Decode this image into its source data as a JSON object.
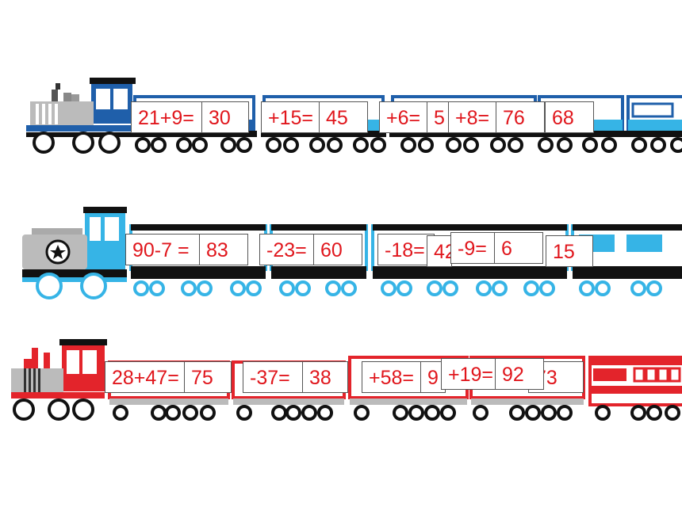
{
  "colors": {
    "train1": "#1f5faa",
    "train2": "#36b4e6",
    "train3": "#e3242b",
    "wheel_blue": "#36b4e6",
    "text_red": "#e0161c"
  },
  "train1": {
    "boxes": [
      "21+9=",
      "30",
      "+15=",
      "45",
      "+6=",
      "5",
      "+8=",
      "76",
      "68"
    ]
  },
  "train2": {
    "boxes": [
      "90-7 =",
      "83",
      "-23=",
      "60",
      "-18=",
      "42",
      "-9=",
      "6",
      "15"
    ]
  },
  "train3": {
    "boxes": [
      "28+47=",
      "75",
      "-37=",
      "38",
      "+58=",
      "9",
      "+19=",
      "92",
      "73"
    ]
  }
}
